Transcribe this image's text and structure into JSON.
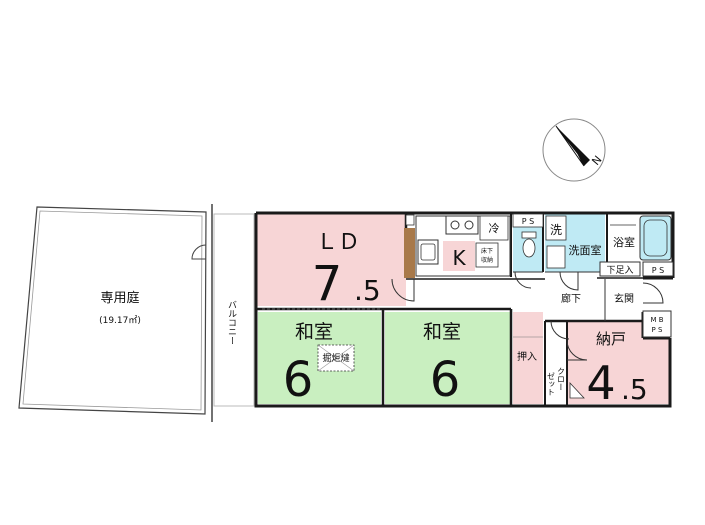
{
  "colors": {
    "ld": "#f7d5d6",
    "washitsu": "#c9efc0",
    "water": "#bfeaf4",
    "nando": "#f7d5d6",
    "oshiire": "#f7d5d6",
    "flooring": "#ffffff",
    "wall": "#1a1a1a",
    "wood": "#a8794a"
  },
  "compass": {
    "icon": "compass-icon",
    "north_label": "N"
  },
  "garden": {
    "label": "専用庭",
    "area": "(19.17㎡)"
  },
  "balcony": {
    "label": "バルコニー"
  },
  "ld": {
    "label": "ＬＤ",
    "size_major": "7",
    "size_minor": ".5"
  },
  "kitchen": {
    "label": "K",
    "fridge": "冷",
    "storage_top": "床下",
    "storage_bottom": "収納"
  },
  "ps_top": "P S",
  "washroom": {
    "mark": "洗",
    "label": "洗面室"
  },
  "bath": {
    "label": "浴室"
  },
  "shoe_storage": "下足入",
  "ps_right": "P S",
  "hallway": "廊下",
  "entrance": "玄関",
  "mbps": {
    "top": "M B",
    "bottom": "P S"
  },
  "washitsu_left": {
    "label": "和室",
    "size": "6",
    "kotatsu": "掘炬燵"
  },
  "washitsu_right": {
    "label": "和室",
    "size": "6"
  },
  "oshiire": "押入",
  "closet": {
    "col1": "ゼット",
    "col2": "クロー"
  },
  "nando": {
    "label": "納戸",
    "size_major": "4",
    "size_minor": ".5"
  }
}
